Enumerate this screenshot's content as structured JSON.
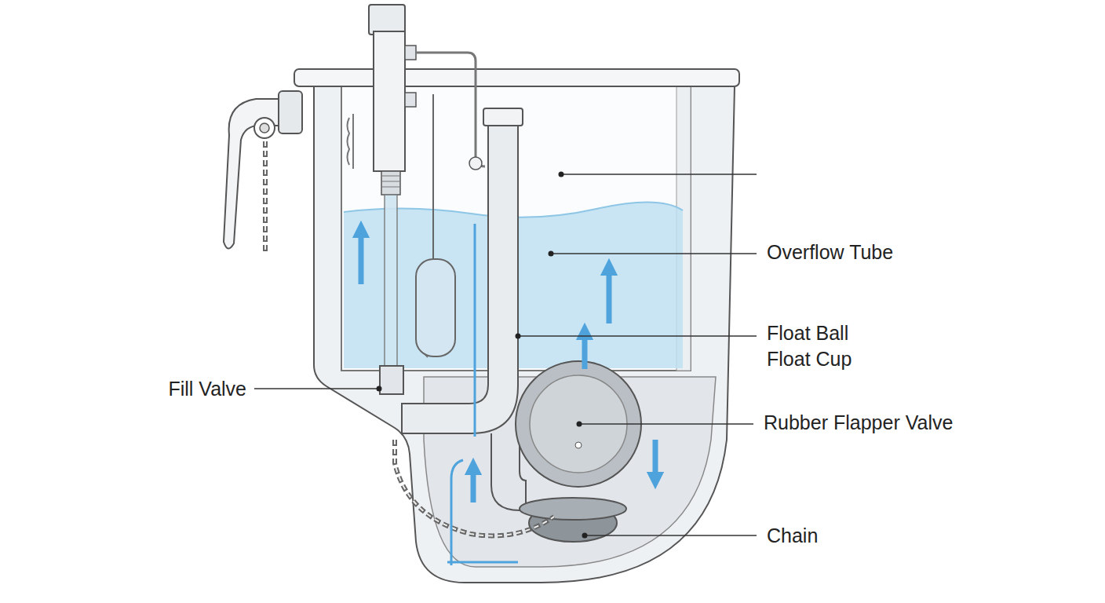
{
  "diagram": {
    "labels": [
      "Overflow Tube",
      "Float Ball",
      "Float Cup",
      "Rubber Flapper Valve",
      "Chain",
      "Fill Valve"
    ]
  }
}
